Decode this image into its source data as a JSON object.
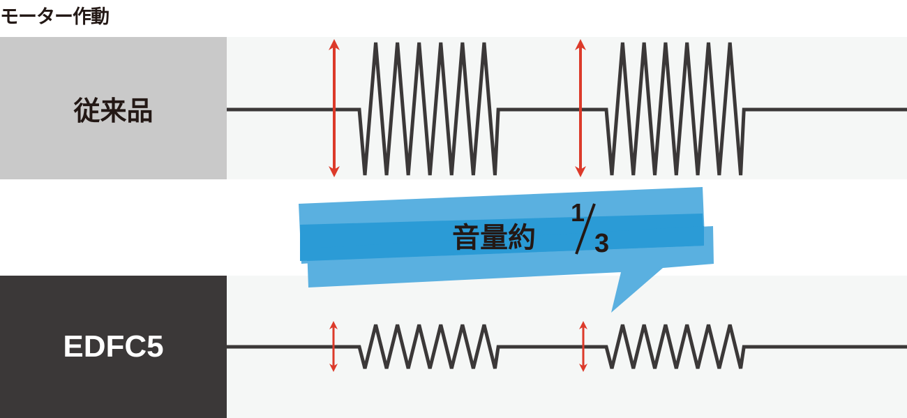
{
  "title": "モーター作動",
  "rows": [
    {
      "label": "従来品",
      "amplitude": 1.0
    },
    {
      "label": "EDFC5",
      "amplitude": 0.33
    }
  ],
  "callout": {
    "text": "音量約",
    "fraction_numerator": "1",
    "fraction_denominator": "3"
  },
  "colors": {
    "wave": "#3b3838",
    "arrow": "#dc3a2a",
    "banner_light": "#5ab0e0",
    "banner_dark": "#2b9bd6"
  }
}
